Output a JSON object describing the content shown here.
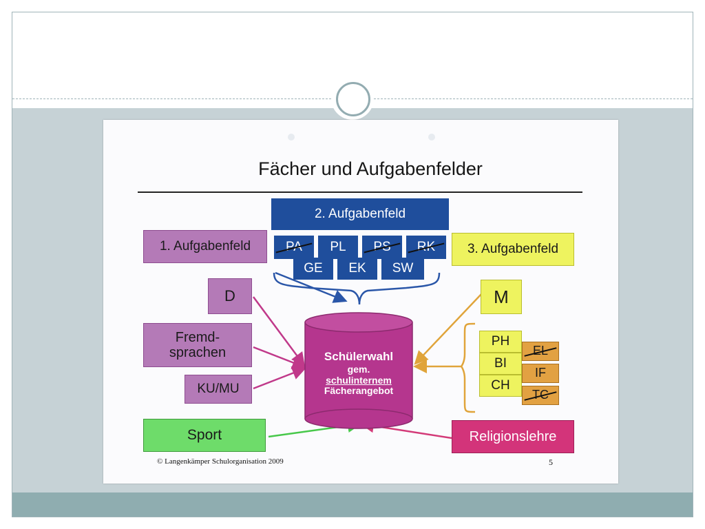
{
  "diagram": {
    "title": "Fächer und Aufgabenfelder",
    "field2": {
      "label": "2. Aufgabenfeld",
      "row1": [
        {
          "label": "PA",
          "crossed": true
        },
        {
          "label": "PL",
          "crossed": false
        },
        {
          "label": "PS",
          "crossed": true
        },
        {
          "label": "RK",
          "crossed": true
        }
      ],
      "row2": [
        "GE",
        "EK",
        "SW"
      ]
    },
    "field1": {
      "label": "1. Aufgabenfeld",
      "subjects": [
        "D",
        "Fremd-\nsprachen",
        "KU/MU"
      ]
    },
    "field3": {
      "label": "3. Aufgabenfeld",
      "math": "M",
      "sciences": [
        "PH",
        "BI",
        "CH"
      ],
      "extra": [
        {
          "label": "EL",
          "crossed": true
        },
        {
          "label": "IF",
          "crossed": false
        },
        {
          "label": "TC",
          "crossed": true
        }
      ]
    },
    "center": {
      "line1": "Schülerwahl",
      "line2": "gem.",
      "line3": "schulinternem",
      "line4": "Fächerangebot"
    },
    "sport": "Sport",
    "religion": "Religionslehre",
    "copyright": "©  Langenkämper Schulorganisation 2009",
    "page_number": "5"
  },
  "colors": {
    "violet": "#b47ab7",
    "blue": "#1f4e9c",
    "yellow": "#eef35f",
    "orange": "#e2a142",
    "green": "#6edc6a",
    "magenta": "#d3347a",
    "cylinder": "#b5368e"
  }
}
